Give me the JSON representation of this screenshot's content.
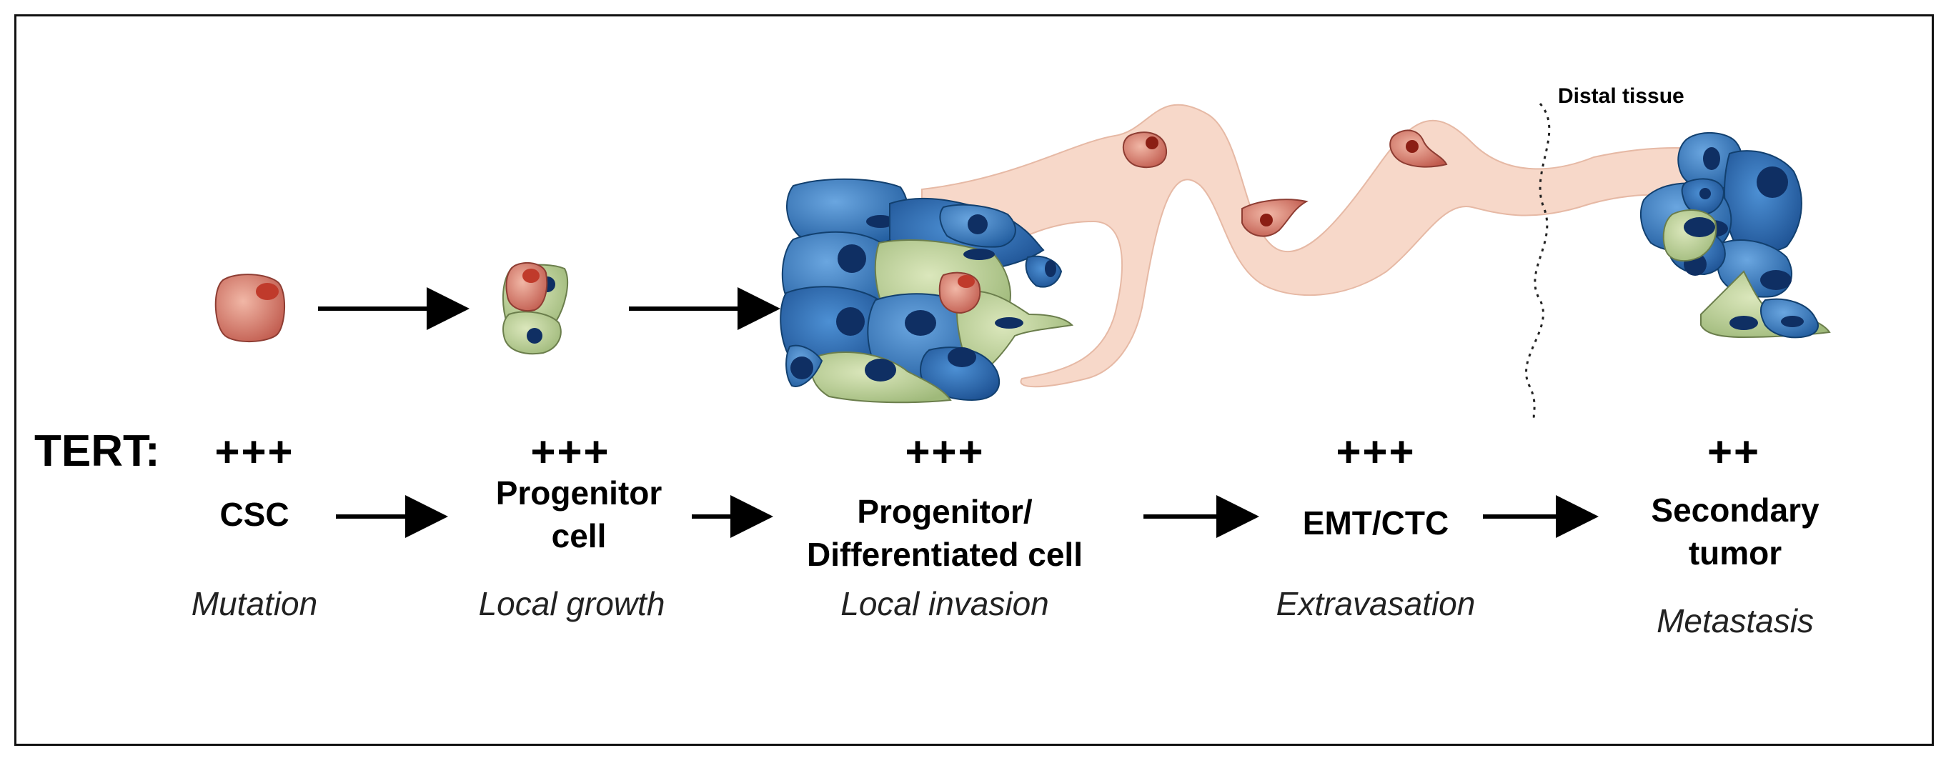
{
  "diagram": {
    "tert_label": "TERT:",
    "distal_tissue_label": "Distal tissue",
    "stages": [
      {
        "id": "csc",
        "expression": "+++",
        "name_lines": [
          "CSC"
        ],
        "process": "Mutation"
      },
      {
        "id": "progenitor",
        "expression": "+++",
        "name_lines": [
          "Progenitor",
          "cell"
        ],
        "process": "Local growth"
      },
      {
        "id": "progenitor-differentiated",
        "expression": "+++",
        "name_lines": [
          "Progenitor/",
          "Differentiated cell"
        ],
        "process": "Local invasion"
      },
      {
        "id": "emt-ctc",
        "expression": "+++",
        "name_lines": [
          "EMT/CTC"
        ],
        "process": "Extravasation"
      },
      {
        "id": "secondary-tumor",
        "expression": "++",
        "name_lines": [
          "Secondary",
          "tumor"
        ],
        "process": "Metastasis"
      }
    ],
    "colors": {
      "red_cell": "#c8695c",
      "green_cell": "#b7cc93",
      "blue_cell": "#2f72b8",
      "dark_nucleus": "#0f2f63",
      "vessel": "#f6d6c6"
    }
  }
}
